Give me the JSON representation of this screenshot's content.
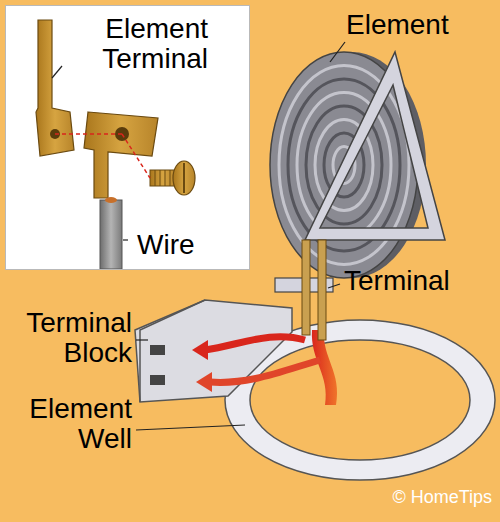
{
  "diagram": {
    "nodes": [
      {
        "text": [
          "Element Terminal",
          "Wire"
        ]
      }
    ],
    "labels": [
      "Element",
      "Terminal",
      "Terminal Block",
      "Element Well",
      "© HomeTips"
    ]
  }
}
